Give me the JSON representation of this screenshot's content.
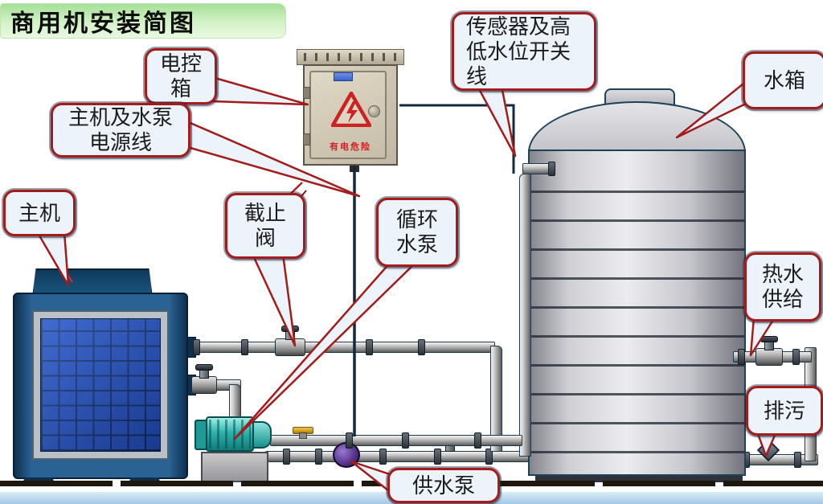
{
  "title": "商用机安装简图",
  "callouts": {
    "control_box": {
      "lines": [
        "电控",
        "箱"
      ]
    },
    "power_line": {
      "lines": [
        "主机及水泵",
        "电源线"
      ]
    },
    "main_unit": {
      "lines": [
        "主机"
      ]
    },
    "stop_valve": {
      "lines": [
        "截止",
        "阀"
      ]
    },
    "circulation_pump": {
      "lines": [
        "循环",
        "水泵"
      ]
    },
    "sensor_line": {
      "lines": [
        "传感器及高",
        "低水位开关",
        "线"
      ]
    },
    "water_tank": {
      "lines": [
        "水箱"
      ]
    },
    "hot_water": {
      "lines": [
        "热水",
        "供给"
      ]
    },
    "drain": {
      "lines": [
        "排污"
      ]
    },
    "supply_pump": {
      "lines": [
        "供水泵"
      ]
    }
  },
  "control_box_panel": {
    "warning_text": "有电危险"
  },
  "colors": {
    "callout_border": "#a31c1c",
    "callout_fill": "#edf3fb",
    "title_bg": "#a4e096",
    "heat_pump_casing": "#235a86",
    "heat_pump_grille": "#2e58cc",
    "tank_body": "#c9c9cd",
    "pump_teal": "#2bb3ad",
    "pump_purple": "#5a3690",
    "valve_yellow": "#d9a821",
    "warning_red": "#cc2222",
    "ground_blue": "#a3c8e6"
  }
}
